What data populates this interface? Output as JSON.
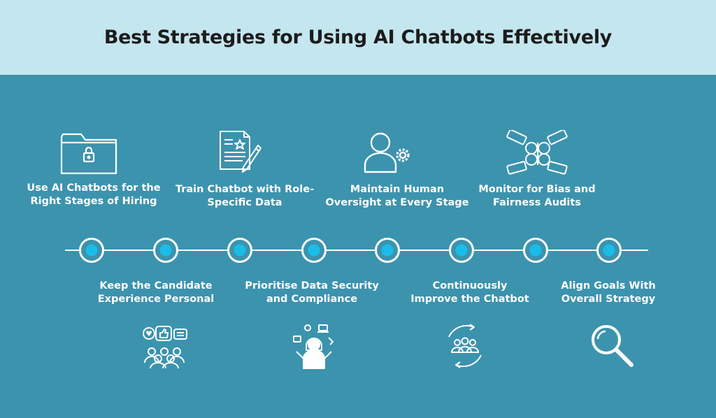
{
  "title": "Best Strategies for Using AI Chatbots Effectively",
  "top_strategies": [
    {
      "line1": "Use AI Chatbots for the",
      "line2": "Right Stages of Hiring",
      "icon": "folder-lock-icon"
    },
    {
      "line1": "Train Chatbot with Role-",
      "line2": "Specific Data",
      "icon": "document-pen-icon"
    },
    {
      "line1": "Maintain Human",
      "line2": "Oversight at Every Stage",
      "icon": "person-gear-icon"
    },
    {
      "line1": "Monitor for Bias and",
      "line2": "Fairness Audits",
      "icon": "interlocked-hands-icon"
    }
  ],
  "bottom_strategies": [
    {
      "line1": "Keep the Candidate",
      "line2": "Experience Personal",
      "icon": "people-feedback-icon"
    },
    {
      "line1": "Prioritise Data Security",
      "line2": "and Compliance",
      "icon": "person-multitask-icon"
    },
    {
      "line1": "Continuously",
      "line2": "Improve the Chatbot",
      "icon": "team-cycle-icon"
    },
    {
      "line1": "Align Goals With",
      "line2": "Overall Strategy",
      "icon": "magnifier-icon"
    }
  ],
  "colors": {
    "header_bg": "#c4e6ef",
    "main_bg": "#3c93ae",
    "node_fill": "#19bde8",
    "text": "#ffffff"
  }
}
